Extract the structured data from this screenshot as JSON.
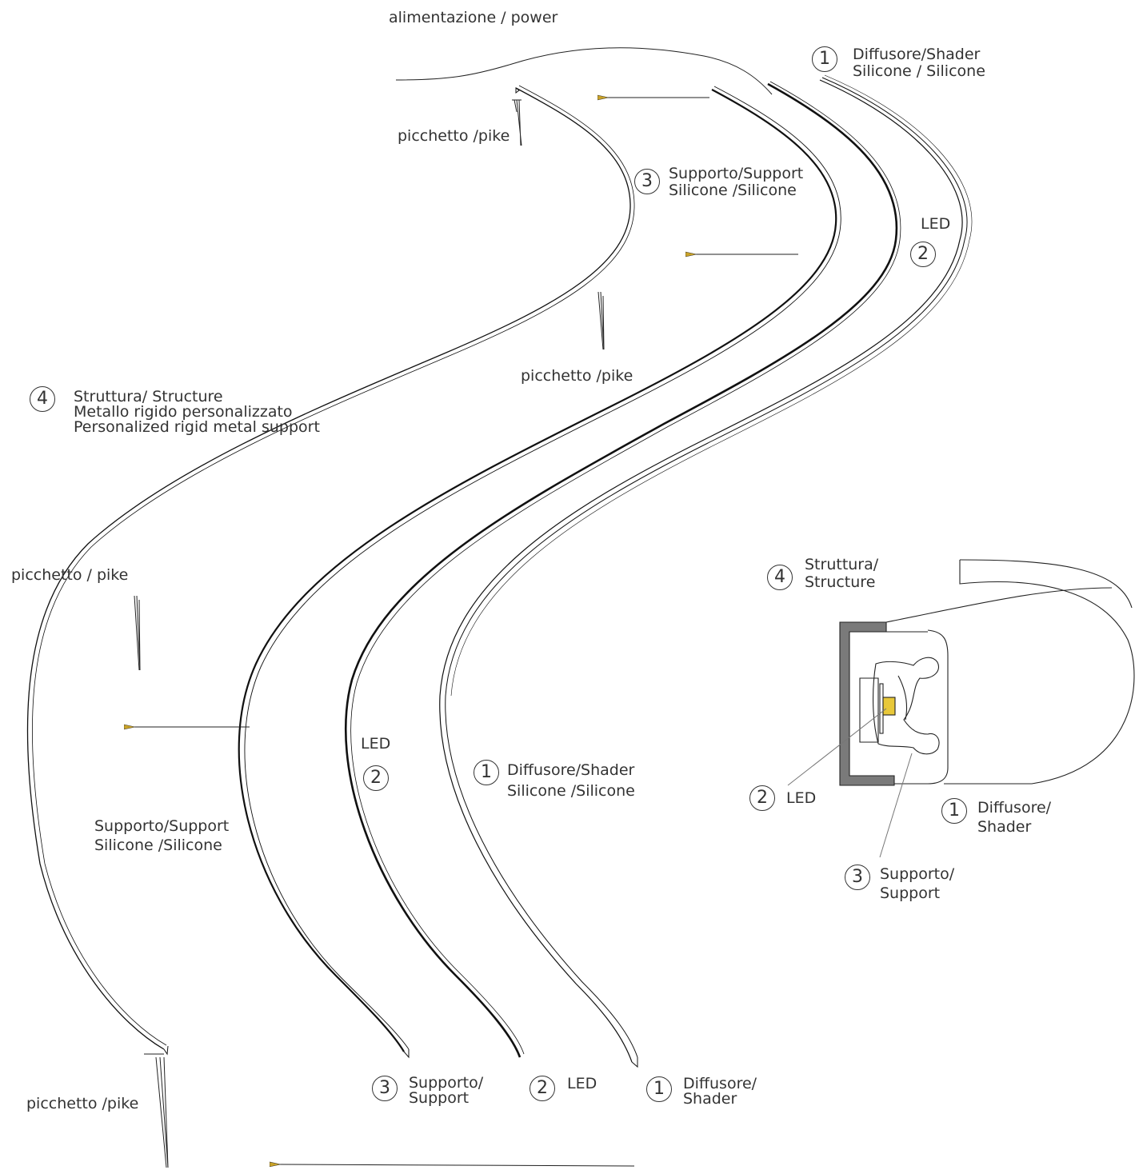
{
  "colors": {
    "ink": "#333333",
    "line": "#111111",
    "arrowhead": "#c9a227",
    "led_chip": "#e8c83a",
    "structure_fill": "#7a7a7a"
  },
  "labels": {
    "power": "alimentazione / power",
    "top_diffuser_num": "1",
    "top_diffuser_1": "Diffusore/Shader",
    "top_diffuser_2": "Silicone / Silicone",
    "pike_1": "picchetto /pike",
    "top_support_num": "3",
    "top_support_1": "Supporto/Support",
    "top_support_2": "Silicone /Silicone",
    "top_led": "LED",
    "top_led_num": "2",
    "pike_2": "picchetto /pike",
    "structure_num": "4",
    "structure_1": "Struttura/ Structure",
    "structure_2": "Metallo rigido personalizzato",
    "structure_3": "Personalized rigid metal support",
    "pike_3": "picchetto / pike",
    "mid_led": "LED",
    "mid_led_num": "2",
    "mid_diffuser_num": "1",
    "mid_diffuser_1": "Diffusore/Shader",
    "mid_diffuser_2": "Silicone /Silicone",
    "mid_support_1": "Supporto/Support",
    "mid_support_2": "Silicone /Silicone",
    "bottom_support_num": "3",
    "bottom_support_1": "Supporto/",
    "bottom_support_2": "Support",
    "bottom_led_num": "2",
    "bottom_led": "LED",
    "bottom_diffuser_num": "1",
    "bottom_diffuser_1": "Diffusore/",
    "bottom_diffuser_2": "Shader",
    "pike_4": "picchetto /pike",
    "section_structure_num": "4",
    "section_structure_1": "Struttura/",
    "section_structure_2": "Structure",
    "section_led_num": "2",
    "section_led": "LED",
    "section_diffuser_num": "1",
    "section_diffuser_1": "Diffusore/",
    "section_diffuser_2": "Shader",
    "section_support_num": "3",
    "section_support_1": "Supporto/",
    "section_support_2": "Support"
  }
}
